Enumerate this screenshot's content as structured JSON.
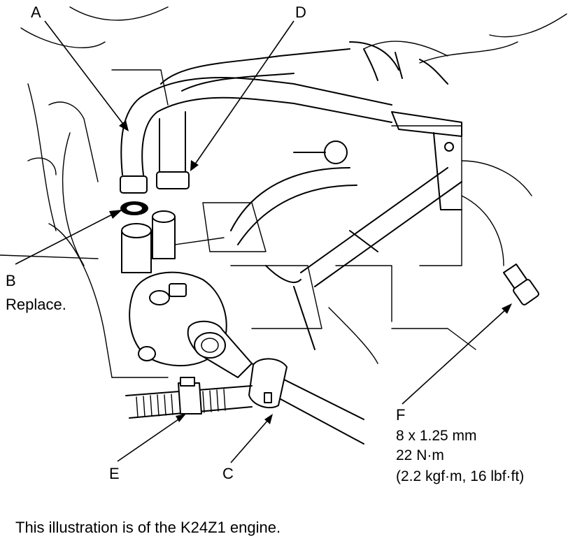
{
  "callouts": {
    "a": "A",
    "b": "B",
    "b_note": "Replace.",
    "c": "C",
    "d": "D",
    "e": "E",
    "f": "F",
    "f_size": "8 x 1.25 mm",
    "f_torque_nm": "22 N·m",
    "f_torque_alt": "(2.2 kgf·m, 16 lbf·ft)"
  },
  "caption": "This illustration is of the K24Z1 engine."
}
